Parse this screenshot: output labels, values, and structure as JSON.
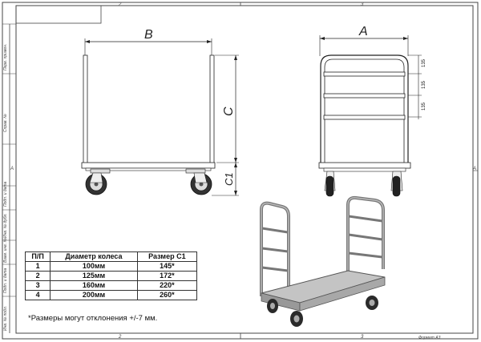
{
  "dimensions": {
    "b_label": "B",
    "a_label": "A",
    "c_label": "C",
    "c1_label": "C1",
    "shelf_gap_1": "135",
    "shelf_gap_2": "135",
    "shelf_gap_3": "135"
  },
  "frame": {
    "top_mark_2": "2",
    "top_mark_3": "3",
    "bottom_mark_2": "2",
    "bottom_mark_3": "3",
    "left_mark_a": "A",
    "right_mark_a": "A",
    "format": "Формат А3",
    "side_labels": [
      "Перв. примен.",
      "Справ. №",
      "Подп. и дата",
      "Инв. № дубл.",
      "Взам. инв. №",
      "Подп. и дата",
      "Инв. № подл."
    ]
  },
  "table": {
    "headers": [
      "П/П",
      "Диаметр колеса",
      "Размер С1"
    ],
    "rows": [
      [
        "1",
        "100мм",
        "145*"
      ],
      [
        "2",
        "125мм",
        "172*"
      ],
      [
        "3",
        "160мм",
        "220*"
      ],
      [
        "4",
        "200мм",
        "260*"
      ]
    ]
  },
  "note": "*Размеры могут отклонения +/-7 мм.",
  "colors": {
    "line": "#222222",
    "frame_steel": "#8a8a8a",
    "deck": "#b8b8b8",
    "tire": "#2a2a2a"
  }
}
